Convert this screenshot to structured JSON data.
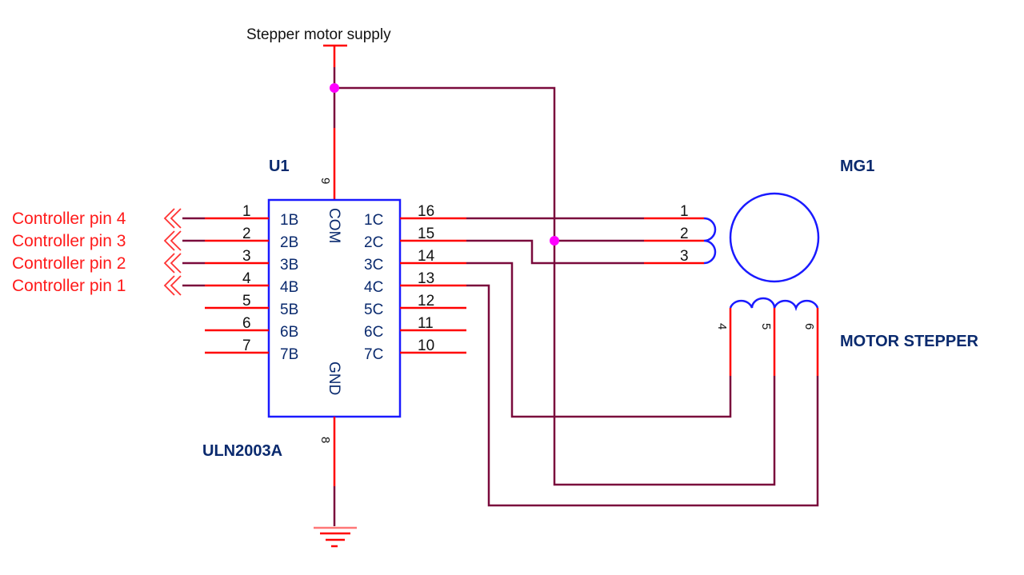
{
  "supply": {
    "label": "Stepper motor supply"
  },
  "ic": {
    "ref": "U1",
    "part": "ULN2003A",
    "com_label": "COM",
    "gnd_label": "GND",
    "com_pin": "9",
    "gnd_pin": "8",
    "left_pins": [
      {
        "num": "1",
        "name": "1B"
      },
      {
        "num": "2",
        "name": "2B"
      },
      {
        "num": "3",
        "name": "3B"
      },
      {
        "num": "4",
        "name": "4B"
      },
      {
        "num": "5",
        "name": "5B"
      },
      {
        "num": "6",
        "name": "6B"
      },
      {
        "num": "7",
        "name": "7B"
      }
    ],
    "right_pins": [
      {
        "num": "16",
        "name": "1C"
      },
      {
        "num": "15",
        "name": "2C"
      },
      {
        "num": "14",
        "name": "3C"
      },
      {
        "num": "13",
        "name": "4C"
      },
      {
        "num": "12",
        "name": "5C"
      },
      {
        "num": "11",
        "name": "6C"
      },
      {
        "num": "10",
        "name": "7C"
      }
    ]
  },
  "controller_labels": [
    "Controller pin 4",
    "Controller pin 3",
    "Controller pin 2",
    "Controller pin 1"
  ],
  "motor": {
    "ref": "MG1",
    "part": "MOTOR STEPPER",
    "side_pins": [
      "1",
      "2",
      "3"
    ],
    "bottom_pins": [
      "4",
      "5",
      "6"
    ]
  },
  "colors": {
    "wire": "#7a0a3c",
    "pin": "#ff0000",
    "body": "#1a1aff",
    "junction": "#ff00ff",
    "controller_text": "#ff1a1a",
    "ref_text": "#0a2a6e"
  }
}
